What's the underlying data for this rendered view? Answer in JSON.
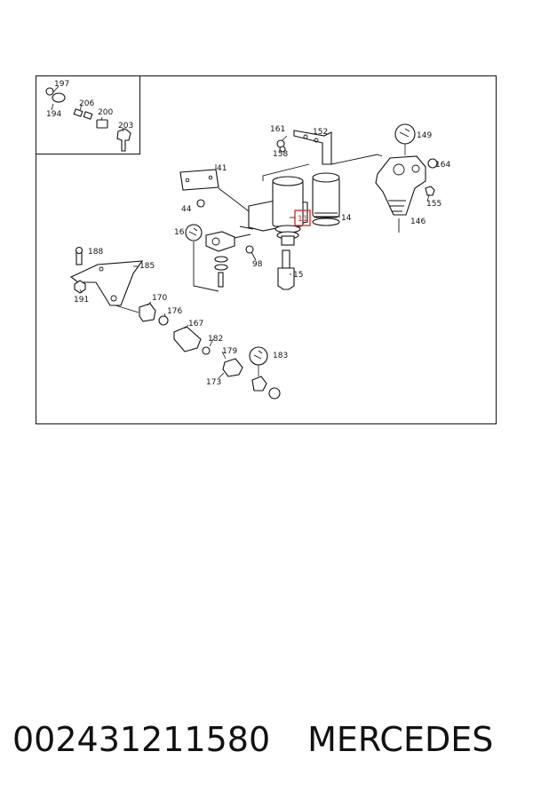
{
  "diagram": {
    "callouts": [
      "197",
      "194",
      "206",
      "200",
      "203",
      "161",
      "152",
      "158",
      "149",
      "164",
      "155",
      "146",
      "41",
      "44",
      "16",
      "11",
      "14",
      "98",
      "15",
      "188",
      "185",
      "191",
      "170",
      "176",
      "167",
      "182",
      "179",
      "183",
      "173"
    ],
    "highlighted_callout": "11",
    "highlight_color": "#d93030"
  },
  "caption": {
    "part_number": "002431211580",
    "brand": "MERCEDES"
  }
}
